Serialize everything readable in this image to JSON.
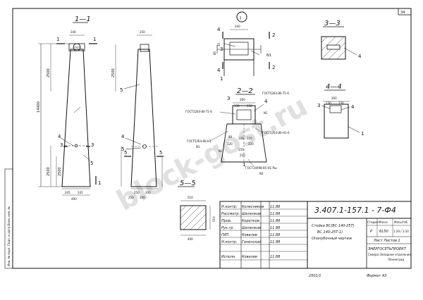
{
  "sheet": {
    "sheet_number": "34",
    "side_margin_text": "Инв. № подл.    Подп. и дата    Взам. инв. №",
    "format_label": "Формат А3",
    "footer_code": "2501/1"
  },
  "views": {
    "view1_title": "1—1",
    "view2_title": "Ⅰ",
    "view3_title": "3—3",
    "view4_title": "2—2",
    "view5_title": "4—4",
    "view6_title": "5—5"
  },
  "dims": {
    "d_240": "240",
    "d_250": "250",
    "d_14400": "14400",
    "d_2500": "2500",
    "d_2500b": "2500",
    "d_245": "245",
    "d_245b": "245",
    "d_490": "490",
    "d_2500c": "2500",
    "d_250b": "250",
    "d_200": "200",
    "d_2500d": "2500",
    "d_510": "510",
    "d_490b": "490",
    "d_510b": "510",
    "d_260": "260",
    "d_130": "130",
    "d_130b": "130",
    "d_120": "120",
    "d_120b": "120",
    "d_120c": "120",
    "d_80": "80",
    "d_30": "30",
    "d_150": "150",
    "d_220": "220",
    "d_220b": "220",
    "d_80b": "80",
    "d_250c": "250",
    "d_200b": "200"
  },
  "callouts": {
    "c1": "1",
    "c4": "4",
    "c5": "5",
    "c4b": "4",
    "c5b": "5",
    "c3": "3",
    "c1b": "1",
    "c3b": "3",
    "c4c": "4",
    "c1c": "1",
    "c3c": "3",
    "c4d": "4",
    "c1d": "1",
    "c2": "2",
    "c2b": "2",
    "c1e": "1",
    "c3d": "3",
    "c4e": "4",
    "c1f": "1",
    "c5c": "5",
    "c5d": "5",
    "c3e": "3",
    "c1g": "1",
    "c2c": "2",
    "c4f": "4",
    "c3f": "3",
    "c4g": "4",
    "c4h": "4"
  },
  "notes": {
    "n1": "ГОСТ5264-80-Т1-6",
    "n2": "ГОСТ5264-80-Н1",
    "n3": "ГОСТ5264-80-Т1-6",
    "n4": "ГОСТ5264-80-Н1-6",
    "n5": "ГОСТ14098-85-Н1-Рш",
    "n6": "ГОСТ5264-80-Т1-6",
    "n7": "N1",
    "n8": "N1",
    "n9": "N2",
    "n10": "N2",
    "n11": "N1"
  },
  "title_block": {
    "doc_code": "3.407.1-157.1 - 7-Ф4",
    "rows": [
      {
        "role": "Н.контр.",
        "name": "Колесников",
        "date": "11.88"
      },
      {
        "role": "Рассмотр.",
        "name": "Шеленков",
        "date": "11.88"
      },
      {
        "role": "Пров.",
        "name": "Коротков",
        "date": "11.88"
      },
      {
        "role": "Рук.гр.",
        "name": "Шеленков",
        "date": "11.88"
      },
      {
        "role": "ГИП",
        "name": "Ковалев",
        "date": "11.88"
      },
      {
        "role": "Н.контр.",
        "name": "Ганенский",
        "date": "11.88"
      },
      {
        "role": "Исполн.",
        "name": "Ковалев",
        "date": "11.88"
      }
    ],
    "product_line1": "Стойка ВС(ВС 140-25Т)",
    "product_line2": "ВС 140-25Т-1)",
    "product_line3": "Опалубочный чертеж",
    "stage_hdr": "Стадия",
    "mass_hdr": "Масса",
    "scale_hdr": "Масштаб",
    "stage": "Р",
    "mass": "6150",
    "scale": "1:20 / 1:10",
    "sheet_label": "Лист   Листов 1",
    "org1": "ЭНЕРГОСЕТЬПРОЕКТ",
    "org2": "Северо-Западное отделение",
    "org3": "Ленинград"
  },
  "watermark": "block-gost.ru"
}
